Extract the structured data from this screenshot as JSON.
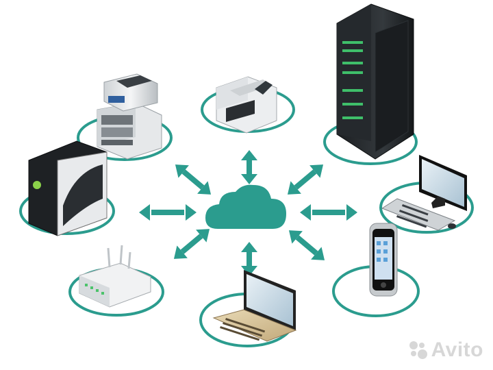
{
  "scene": {
    "accent_color": "#2b9c8e",
    "ring_color": "#2b9c8e",
    "devices": [
      "multifunction-printer",
      "inkjet-printer",
      "server-rack",
      "desktop-tower",
      "monitor-and-keyboard",
      "wifi-router",
      "laptop",
      "smartphone"
    ],
    "hub_icon": "cloud-icon"
  },
  "watermark": {
    "text": "Avito"
  }
}
